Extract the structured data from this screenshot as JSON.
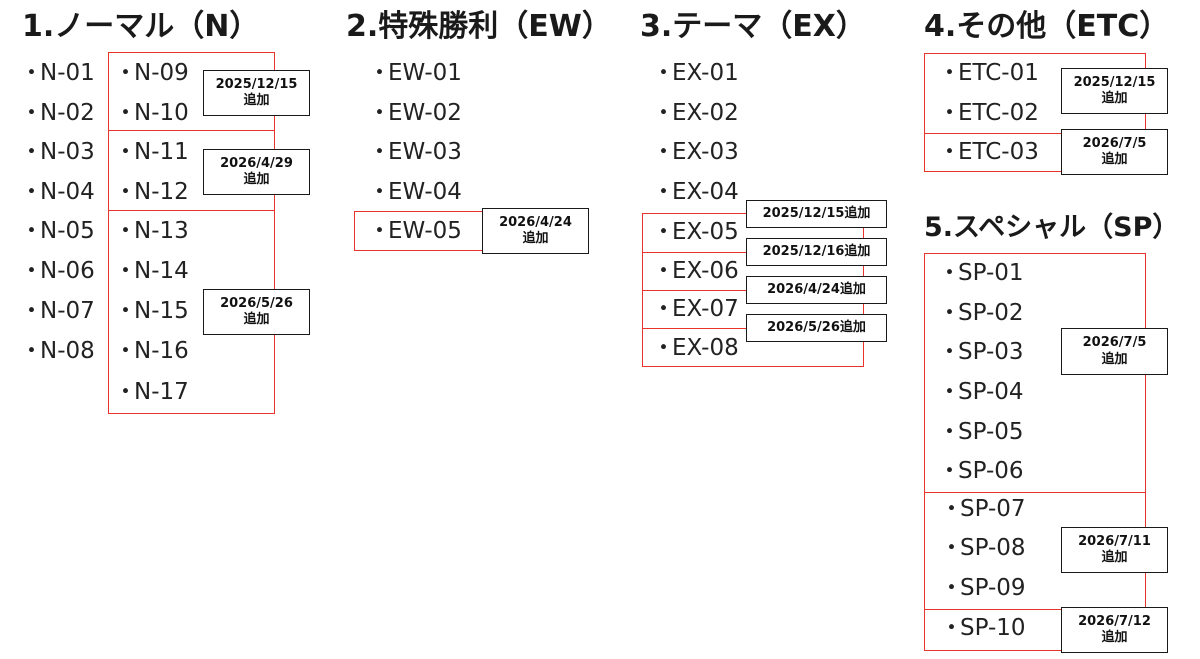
{
  "sections": {
    "normal": {
      "title": "1.ノーマル（N）",
      "items": [
        "N-01",
        "N-02",
        "N-03",
        "N-04",
        "N-05",
        "N-06",
        "N-07",
        "N-08",
        "N-09",
        "N-10",
        "N-11",
        "N-12",
        "N-13",
        "N-14",
        "N-15",
        "N-16",
        "N-17"
      ],
      "notes": [
        {
          "date": "2025/12/15",
          "label": "追加"
        },
        {
          "date": "2026/4/29",
          "label": "追加"
        },
        {
          "date": "2026/5/26",
          "label": "追加"
        }
      ]
    },
    "special_win": {
      "title": "2.特殊勝利（EW）",
      "items": [
        "EW-01",
        "EW-02",
        "EW-03",
        "EW-04",
        "EW-05"
      ],
      "notes": [
        {
          "date": "2026/4/24",
          "label": "追加"
        }
      ]
    },
    "theme": {
      "title": "3.テーマ（EX）",
      "items": [
        "EX-01",
        "EX-02",
        "EX-03",
        "EX-04",
        "EX-05",
        "EX-06",
        "EX-07",
        "EX-08"
      ],
      "notes": [
        {
          "text": "2025/12/15追加"
        },
        {
          "text": "2025/12/16追加"
        },
        {
          "text": "2026/4/24追加"
        },
        {
          "text": "2026/5/26追加"
        }
      ]
    },
    "other": {
      "title": "4.その他（ETC）",
      "items": [
        "ETC-01",
        "ETC-02",
        "ETC-03"
      ],
      "notes": [
        {
          "date": "2025/12/15",
          "label": "追加"
        },
        {
          "date": "2026/7/5",
          "label": "追加"
        }
      ]
    },
    "special": {
      "title": "5.スペシャル（SP）",
      "items": [
        "SP-01",
        "SP-02",
        "SP-03",
        "SP-04",
        "SP-05",
        "SP-06",
        "SP-07",
        "SP-08",
        "SP-09",
        "SP-10"
      ],
      "notes": [
        {
          "date": "2026/7/5",
          "label": "追加"
        },
        {
          "date": "2026/7/11",
          "label": "追加"
        },
        {
          "date": "2026/7/12",
          "label": "追加"
        }
      ]
    }
  },
  "bullet": "・",
  "colors": {
    "highlight": "#e8342c",
    "note_border": "#1a1a1a",
    "text": "#222222"
  }
}
